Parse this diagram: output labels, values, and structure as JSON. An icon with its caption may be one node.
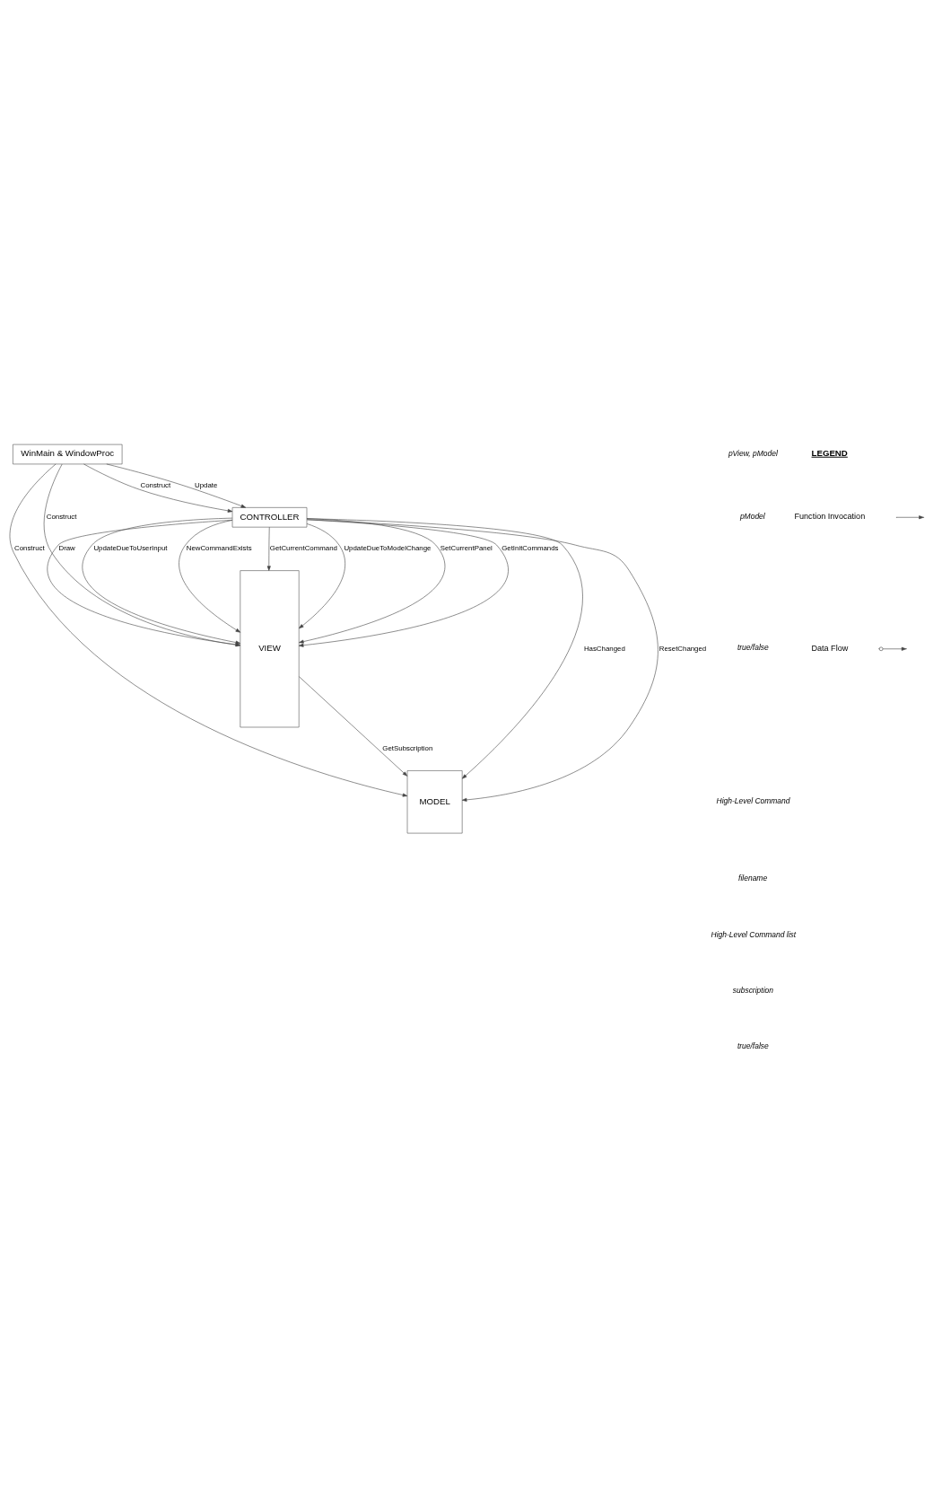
{
  "diagram": {
    "nodes": [
      {
        "text": [
          "WinMain & WindowProc"
        ]
      },
      {
        "text": [
          "CONTROLLER"
        ]
      },
      {
        "text": [
          "VIEW"
        ]
      },
      {
        "text": [
          "MODEL"
        ]
      }
    ],
    "edges": [
      {
        "from": 0,
        "to": 1,
        "label": "Construct",
        "arrow": "to"
      },
      {
        "from": 0,
        "to": 1,
        "label": "Update",
        "arrow": "to"
      },
      {
        "from": 0,
        "to": 2,
        "label": "Construct",
        "arrow": "to"
      },
      {
        "from": 0,
        "to": 3,
        "label": "Construct",
        "arrow": "to"
      },
      {
        "from": 1,
        "to": 2,
        "label": "Draw",
        "arrow": "to"
      },
      {
        "from": 1,
        "to": 2,
        "label": "UpdateDueToUserInput",
        "arrow": "to"
      },
      {
        "from": 1,
        "to": 2,
        "label": "NewCommandExists",
        "arrow": "to"
      },
      {
        "from": 1,
        "to": 2,
        "label": "GetCurrentCommand",
        "arrow": "to"
      },
      {
        "from": 1,
        "to": 2,
        "label": "UpdateDueToModelChange",
        "arrow": "to"
      },
      {
        "from": 1,
        "to": 2,
        "label": "SetCurrentPanel",
        "arrow": "to"
      },
      {
        "from": 1,
        "to": 2,
        "label": "GetInitCommands",
        "arrow": "to"
      },
      {
        "from": 2,
        "to": 3,
        "label": "GetSubscription",
        "arrow": "to"
      },
      {
        "from": 1,
        "to": 3,
        "label": "HasChanged",
        "arrow": "to"
      },
      {
        "from": 1,
        "to": 3,
        "label": "ResetChanged",
        "arrow": "to"
      }
    ],
    "labels": [
      "pView, pModel",
      "pModel",
      "true/false",
      "High-Level Command",
      "filename",
      "High-Level Command list",
      "subscription",
      "true/false",
      "LEGEND"
    ],
    "legend": [
      {
        "text": "Function Invocation"
      },
      {
        "text": "Data Flow"
      }
    ]
  }
}
